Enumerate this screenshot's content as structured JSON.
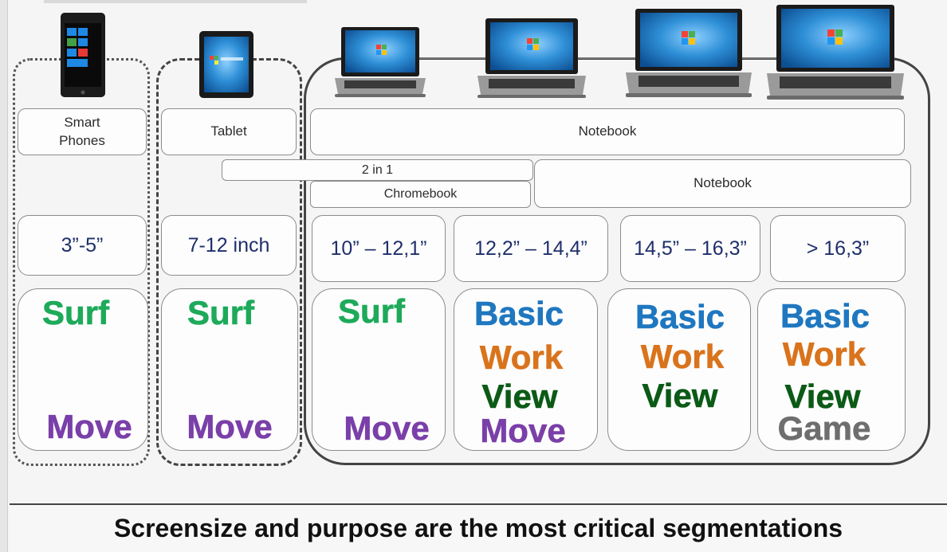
{
  "labels": {
    "smartphones": "Smart\nPhones",
    "tablet": "Tablet",
    "notebook_top": "Notebook",
    "two_in_one": "2 in 1",
    "chromebook": "Chromebook",
    "notebook_mid": "Notebook"
  },
  "sizes": [
    "3”-5”",
    "7-12 inch",
    "10” – 12,1”",
    "12,2” – 14,4”",
    "14,5” – 16,3”",
    "> 16,3”"
  ],
  "purposes": {
    "surf": "Surf",
    "move": "Move",
    "basic": "Basic",
    "work": "Work",
    "view": "View",
    "game": "Game"
  },
  "colors": {
    "surf": "#1daa5a",
    "move": "#7a3fa8",
    "basic": "#1f77c0",
    "work": "#d9731c",
    "view": "#0b5a16",
    "game": "#6e6e6e",
    "size_text": "#1f2f6b"
  },
  "devices": [
    "smartphone-image",
    "tablet-image",
    "laptop-image",
    "laptop-image",
    "laptop-image",
    "laptop-image"
  ],
  "caption": "Screensize and purpose are the most critical segmentations"
}
